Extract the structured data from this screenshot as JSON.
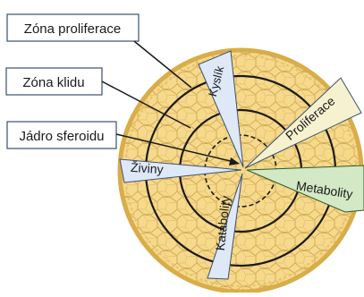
{
  "labels": {
    "proliferation_zone": "Zóna proliferace",
    "quiescent_zone": "Zóna klidu",
    "spheroid_core": "Jádro sferoidu"
  },
  "wedges": {
    "oxygen": "Kyslík",
    "proliferation": "Proliferace",
    "metabolites": "Metabolity",
    "catabolites": "Katabolity",
    "nutrients": "Živiny"
  },
  "colors": {
    "cell_fill": "#f6d98a",
    "cell_edge": "#c9a24a",
    "rim": "#d8ad4a",
    "zone_line": "#1a1a1a",
    "wedge_blue": "#dfe8f6",
    "wedge_yellow": "#f6f1cf",
    "wedge_green": "#d3e8c4",
    "label_border": "#3a4f73"
  }
}
